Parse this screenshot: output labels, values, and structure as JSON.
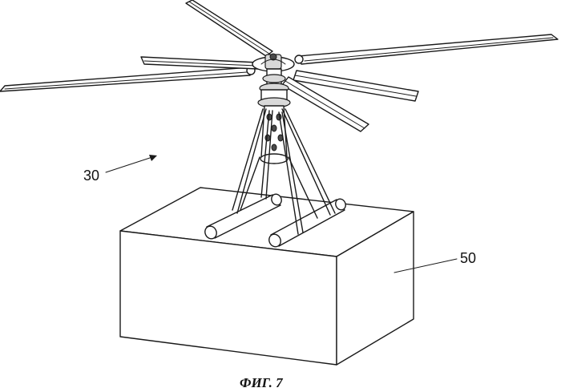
{
  "figure": {
    "caption": "ФИГ. 7",
    "reference_labels": {
      "aircraft": "30",
      "payload_box": "50"
    }
  }
}
